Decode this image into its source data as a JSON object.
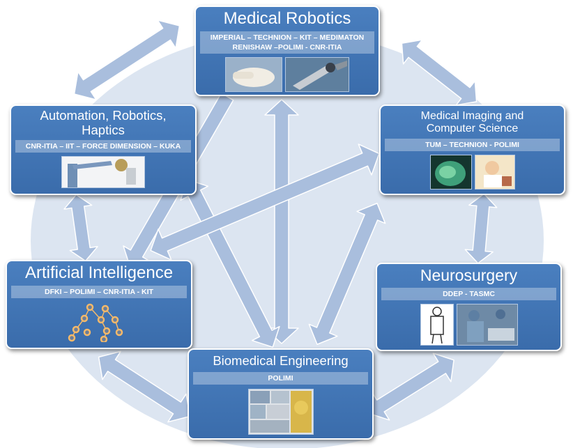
{
  "nodes": {
    "medical_robotics": {
      "title": "Medical Robotics",
      "partners_line1": "IMPERIAL – TECHNION – KIT – MEDIMATON",
      "partners_line2": "RENISHAW –POLIMI - CNR-ITIA"
    },
    "automation": {
      "title_line1": "Automation, Robotics,",
      "title_line2": "Haptics",
      "partners": "CNR-ITIA – IIT – FORCE DIMENSION – KUKA"
    },
    "medical_imaging": {
      "title_line1": "Medical Imaging and",
      "title_line2": "Computer Science",
      "partners": "TUM – TECHNION - POLIMI"
    },
    "artificial_intelligence": {
      "title": "Artificial Intelligence",
      "partners": "DFKI – POLIMI – CNR-ITIA - KIT"
    },
    "neurosurgery": {
      "title": "Neurosurgery",
      "partners": "DDEP - TASMC"
    },
    "biomedical_engineering": {
      "title": "Biomedical Engineering",
      "partners": "POLIMI"
    }
  },
  "colors": {
    "box": "#3f74b5",
    "arrow": "#a9bedd",
    "circle": "#d9e2ef",
    "partner_band": "#8fb0d8"
  }
}
